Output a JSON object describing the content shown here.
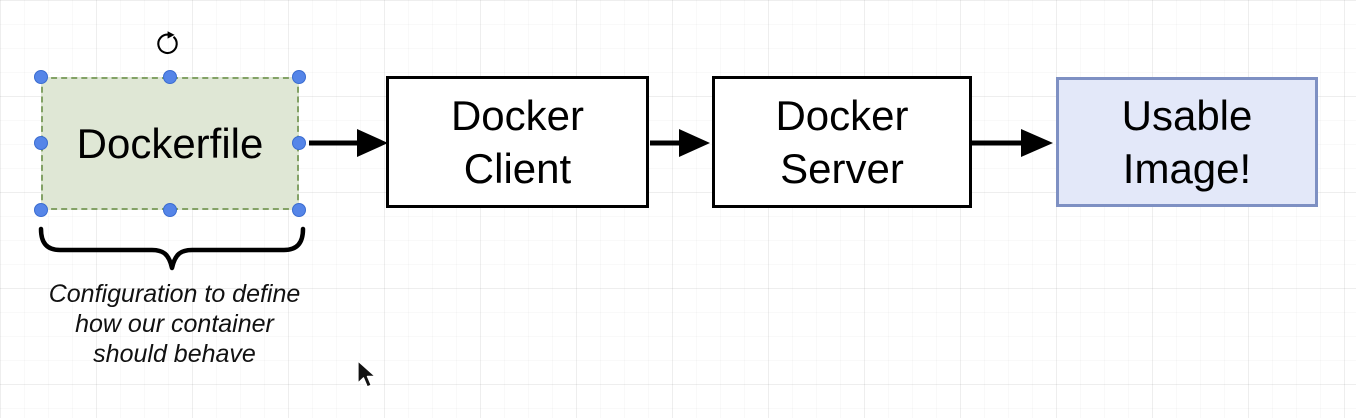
{
  "canvas": {
    "background": "#ffffff",
    "grid_color": "#f4f4f4"
  },
  "diagram": {
    "nodes": [
      {
        "id": "dockerfile",
        "label": "Dockerfile",
        "fill": "#dfe7d5",
        "border": "#83a266",
        "state": "selected"
      },
      {
        "id": "docker-client",
        "label": "Docker\nClient",
        "fill": "#ffffff",
        "border": "#000000",
        "state": "default"
      },
      {
        "id": "docker-server",
        "label": "Docker\nServer",
        "fill": "#ffffff",
        "border": "#000000",
        "state": "default"
      },
      {
        "id": "usable-image",
        "label": "Usable\nImage!",
        "fill": "#e3e8f9",
        "border": "#7e90c3",
        "state": "default"
      }
    ],
    "connectors": [
      {
        "from": "dockerfile",
        "to": "docker-client",
        "style": "arrow-right",
        "color": "#000000"
      },
      {
        "from": "docker-client",
        "to": "docker-server",
        "style": "arrow-right",
        "color": "#000000"
      },
      {
        "from": "docker-server",
        "to": "usable-image",
        "style": "arrow-right",
        "color": "#000000"
      }
    ],
    "annotation": {
      "text": "Configuration to define\nhow our container\nshould behave",
      "brace_color": "#000000"
    },
    "selection": {
      "handle_color": "#5585e8",
      "handle_count": 8,
      "rotate_handle": "rotate-clockwise-icon"
    }
  }
}
